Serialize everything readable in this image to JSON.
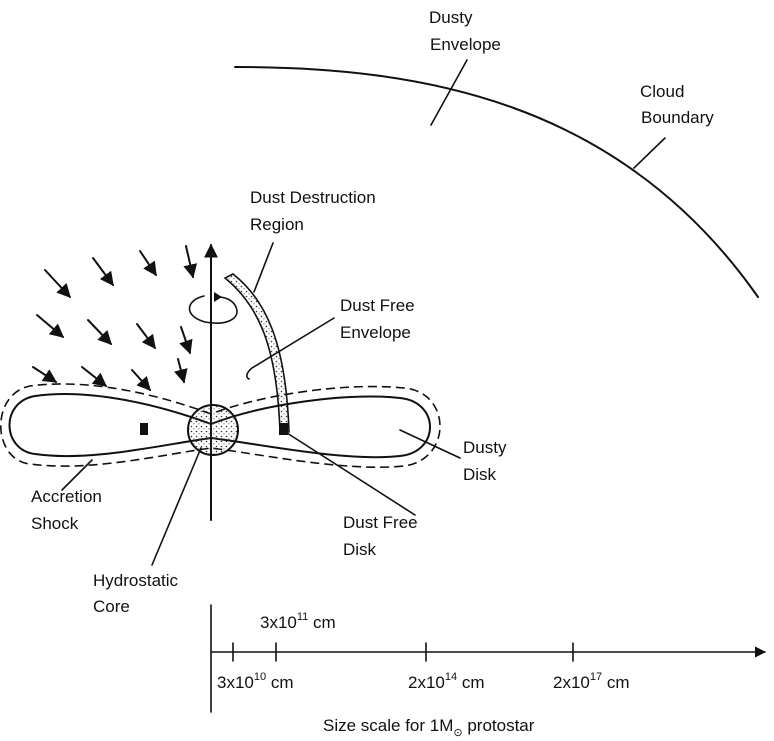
{
  "labels": {
    "dusty_envelope": [
      "Dusty",
      "Envelope"
    ],
    "cloud_boundary": [
      "Cloud",
      "Boundary"
    ],
    "dust_destruction_region": [
      "Dust Destruction",
      "Region"
    ],
    "dust_free_envelope": [
      "Dust Free",
      "Envelope"
    ],
    "dusty_disk": [
      "Dusty",
      "Disk"
    ],
    "accretion_shock": [
      "Accretion",
      "Shock"
    ],
    "dust_free_disk": [
      "Dust Free",
      "Disk"
    ],
    "hydrostatic_core": [
      "Hydrostatic",
      "Core"
    ]
  },
  "scale": {
    "top_tick": {
      "base": "3x10",
      "exp": "11",
      "unit": " cm"
    },
    "ticks": [
      {
        "base": "3x10",
        "exp": "10",
        "unit": " cm"
      },
      {
        "base": "2x10",
        "exp": "14",
        "unit": " cm"
      },
      {
        "base": "2x10",
        "exp": "17",
        "unit": " cm"
      }
    ],
    "caption_prefix": "Size scale for 1M",
    "caption_symbol": "⊙",
    "caption_suffix": " protostar"
  }
}
